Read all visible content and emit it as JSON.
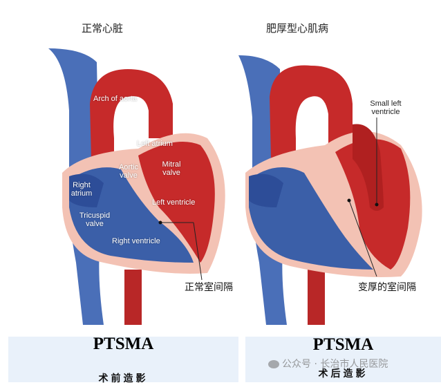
{
  "normal": {
    "title": "正常心脏",
    "labels": {
      "arch_of_aorta": "Arch of aorta",
      "left_atrium": "Left atrium",
      "aortic_valve": "Aortic valve",
      "mitral_valve": "Mitral valve",
      "right_atrium": "Right atrium",
      "tricuspid_valve": "Tricuspid valve",
      "left_ventricle": "Left ventricle",
      "right_ventricle": "Right ventricle"
    },
    "septum_caption": "正常室间隔"
  },
  "hcm": {
    "title": "肥厚型心肌病",
    "labels": {
      "small_left_ventricle": "Small left ventricle"
    },
    "septum_caption": "变厚的室间隔"
  },
  "panels": [
    {
      "title": "PTSMA",
      "subtitle": "术前造影"
    },
    {
      "title": "PTSMA",
      "subtitle": "术后造影"
    }
  ],
  "watermark": "公众号 · 长治市人民医院",
  "colors": {
    "red": "#c62a2a",
    "blue": "#3b5fa8",
    "septum": "#f3c2b4",
    "panel": "#e9f1fa"
  }
}
